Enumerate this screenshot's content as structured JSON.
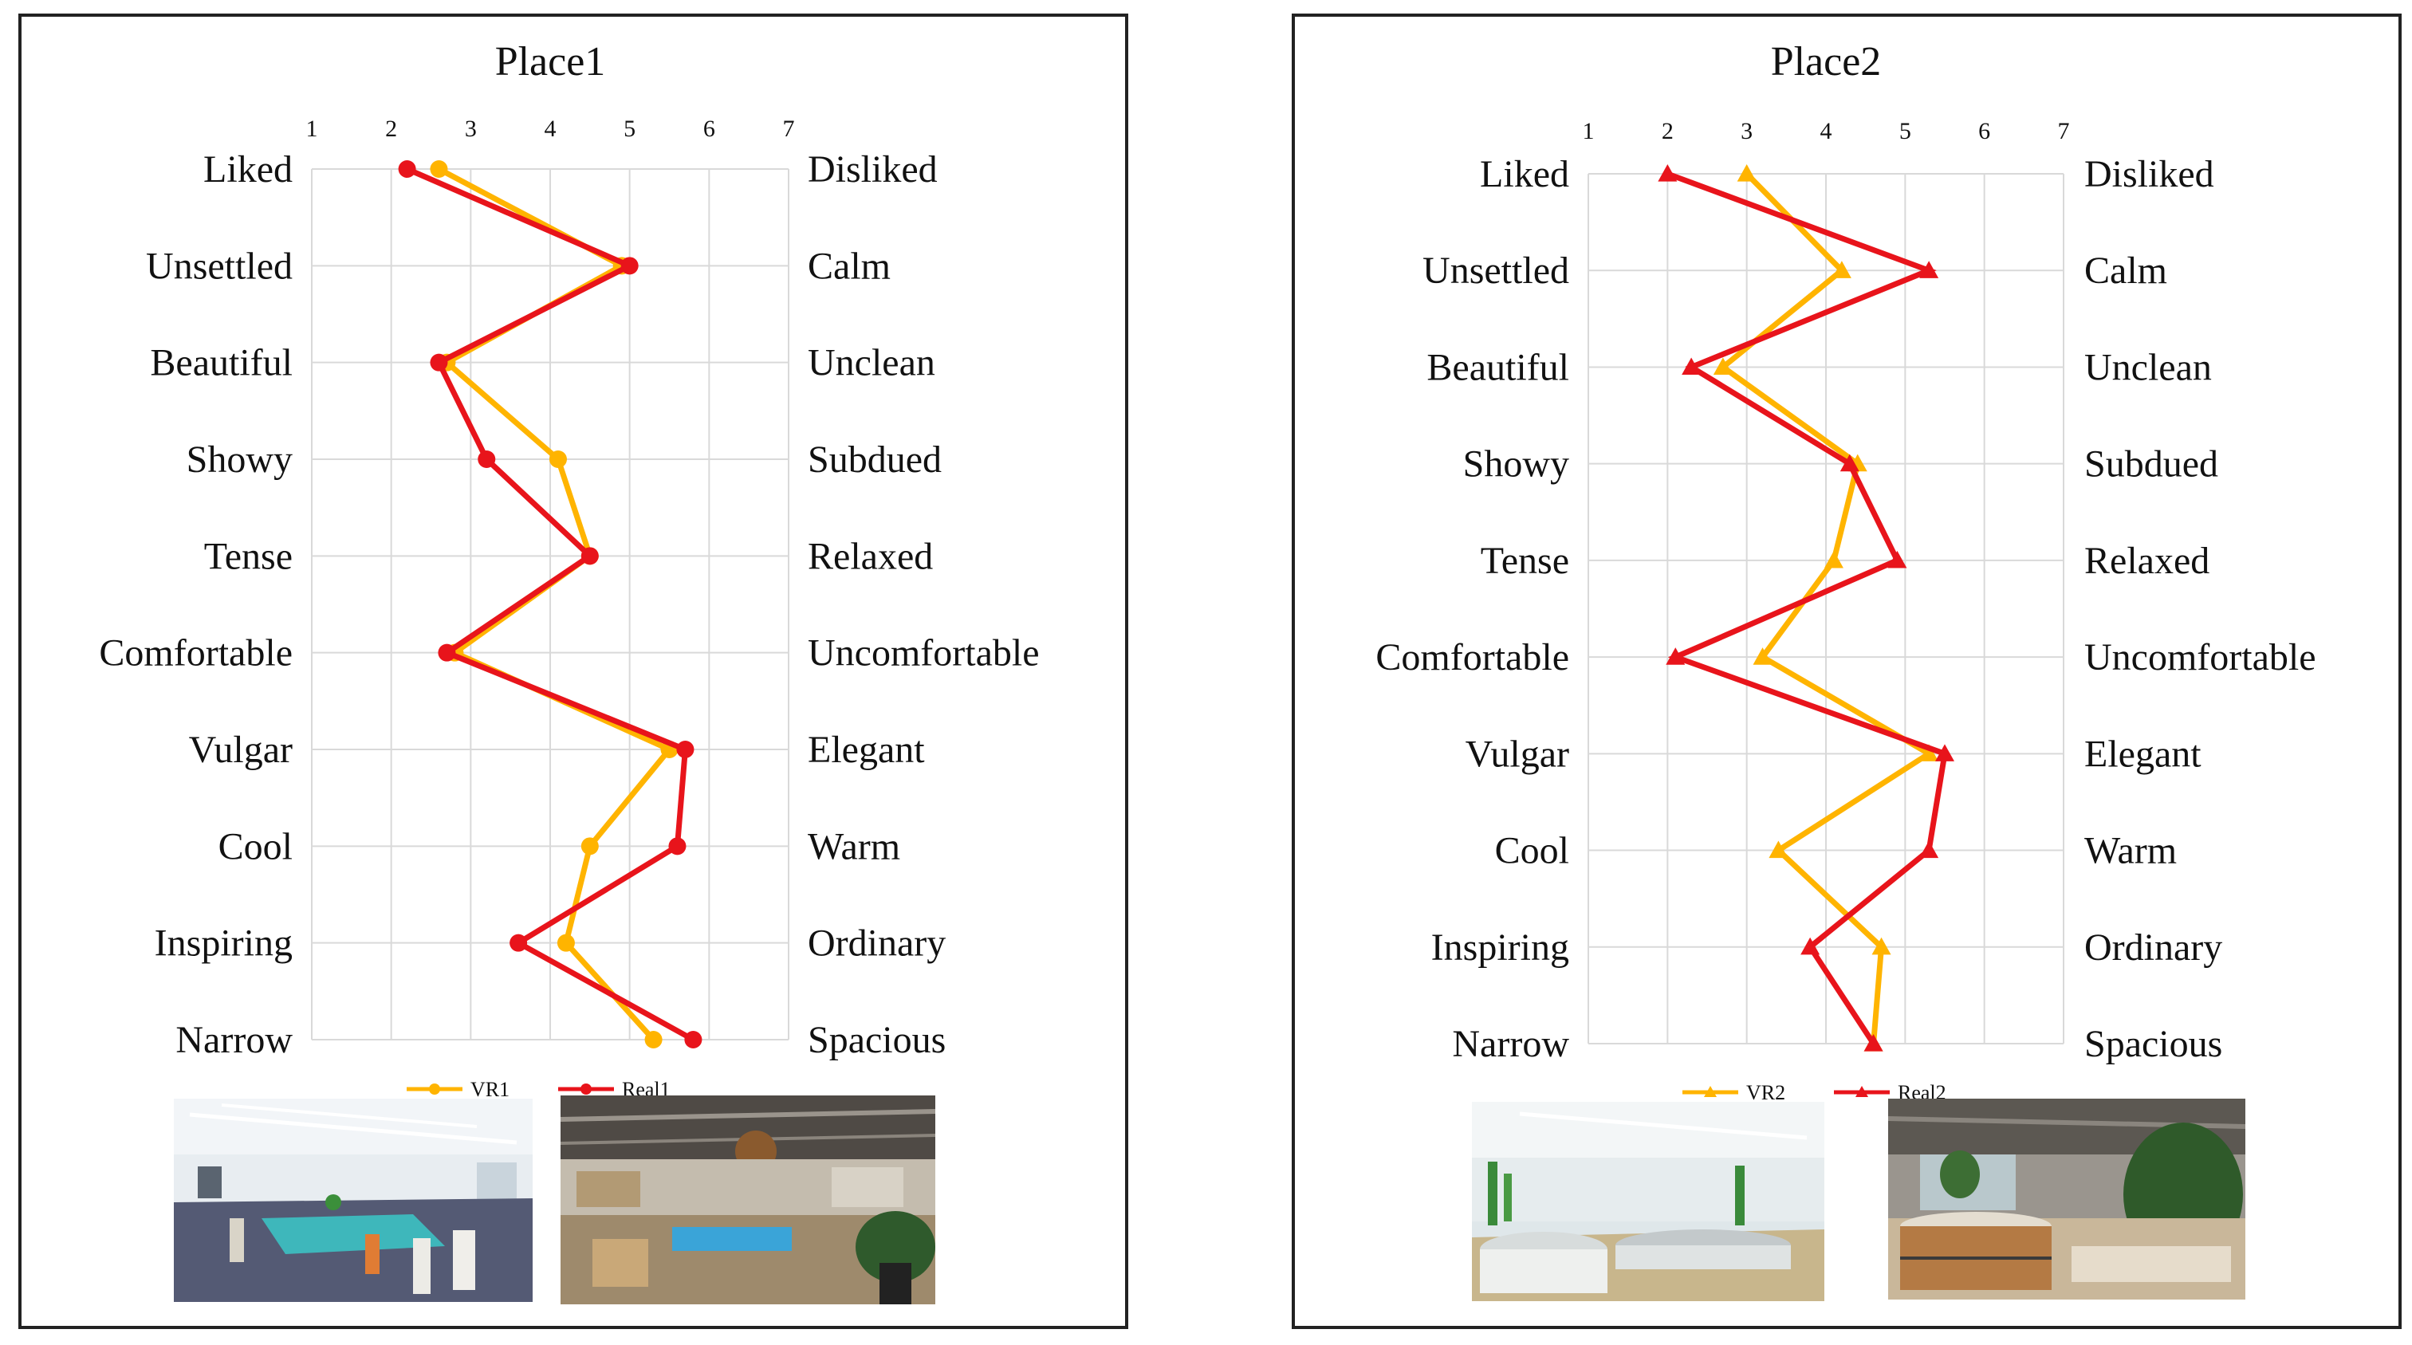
{
  "chart_data": [
    {
      "type": "line",
      "title": "Place1",
      "x_ticks": [
        "1",
        "2",
        "3",
        "4",
        "5",
        "6",
        "7"
      ],
      "xlim": [
        1,
        7
      ],
      "left_labels": [
        "Liked",
        "Unsettled",
        "Beautiful",
        "Showy",
        "Tense",
        "Comfortable",
        "Vulgar",
        "Cool",
        "Inspiring",
        "Narrow"
      ],
      "right_labels": [
        "Disliked",
        "Calm",
        "Unclean",
        "Subdued",
        "Relaxed",
        "Uncomfortable",
        "Elegant",
        "Warm",
        "Ordinary",
        "Spacious"
      ],
      "grid": true,
      "legend_position": "bottom",
      "marker": "circle",
      "series": [
        {
          "name": "VR1",
          "color": "#FFB400",
          "values": [
            2.6,
            4.9,
            2.7,
            4.1,
            4.5,
            2.8,
            5.5,
            4.5,
            4.2,
            5.3
          ]
        },
        {
          "name": "Real1",
          "color": "#E8141B",
          "values": [
            2.2,
            5.0,
            2.6,
            3.2,
            4.5,
            2.7,
            5.7,
            5.6,
            3.6,
            5.8
          ]
        }
      ]
    },
    {
      "type": "line",
      "title": "Place2",
      "x_ticks": [
        "1",
        "2",
        "3",
        "4",
        "5",
        "6",
        "7"
      ],
      "xlim": [
        1,
        7
      ],
      "left_labels": [
        "Liked",
        "Unsettled",
        "Beautiful",
        "Showy",
        "Tense",
        "Comfortable",
        "Vulgar",
        "Cool",
        "Inspiring",
        "Narrow"
      ],
      "right_labels": [
        "Disliked",
        "Calm",
        "Unclean",
        "Subdued",
        "Relaxed",
        "Uncomfortable",
        "Elegant",
        "Warm",
        "Ordinary",
        "Spacious"
      ],
      "grid": true,
      "legend_position": "bottom",
      "marker": "triangle",
      "series": [
        {
          "name": "VR2",
          "color": "#FFB400",
          "values": [
            3.0,
            4.2,
            2.7,
            4.4,
            4.1,
            3.2,
            5.3,
            3.4,
            4.7,
            4.6
          ]
        },
        {
          "name": "Real2",
          "color": "#E8141B",
          "values": [
            2.0,
            5.3,
            2.3,
            4.3,
            4.9,
            2.1,
            5.5,
            5.3,
            3.8,
            4.6
          ]
        }
      ]
    }
  ],
  "photos": {
    "place1_vr": "vr-office-render",
    "place1_real": "real-office-photo",
    "place2_vr": "vr-lounge-render",
    "place2_real": "real-lounge-photo"
  }
}
